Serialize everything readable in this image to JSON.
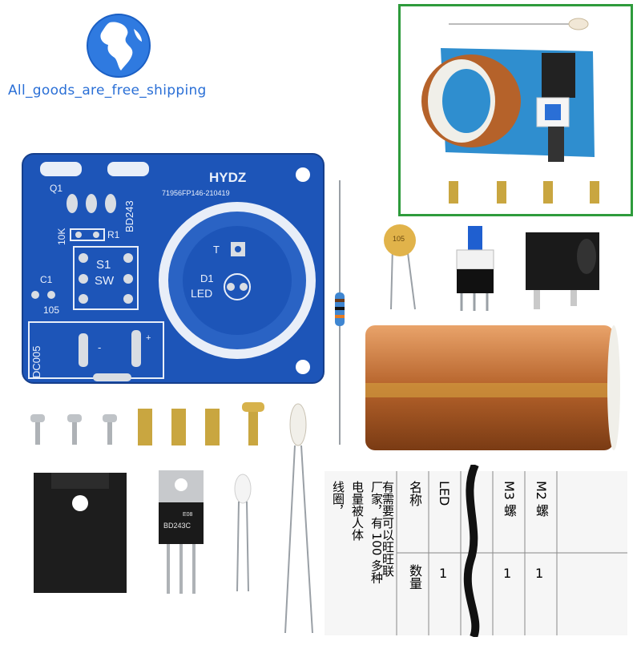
{
  "watermark": {
    "store_text": "All_goods_are_free_shipping"
  },
  "pcb": {
    "brand": "HYDZ",
    "serial": "71956FP146-210419",
    "labels": {
      "q1": "Q1",
      "bd243": "BD243",
      "tenk": "10K",
      "r1": "R1",
      "s1": "S1",
      "sw": "SW",
      "c1": "C1",
      "c105": "105",
      "dc005": "DC005",
      "minus": "-",
      "plus": "+",
      "t": "T",
      "d1": "D1",
      "led": "LED"
    }
  },
  "parts": {
    "capacitor_code": "105",
    "transistor_marking": "BD243C",
    "transistor_logo": "E08"
  },
  "instruction_sheet": {
    "header_qty": "数量",
    "header_name": "名称",
    "col_led": "LED",
    "col_m3": "M3 螺",
    "col_m2": "M2 螺",
    "qty_1": "1",
    "line_1": "有需要可以旺旺联",
    "line_2": "厂家，有 100 多种",
    "line_3": "电量被人体",
    "line_4": "线圈，"
  },
  "colors": {
    "pcb_blue": "#1d55b8",
    "inset_border": "#2e9b3c",
    "coil_copper": "#b5622a",
    "watermark_blue": "#2a6fd6"
  }
}
